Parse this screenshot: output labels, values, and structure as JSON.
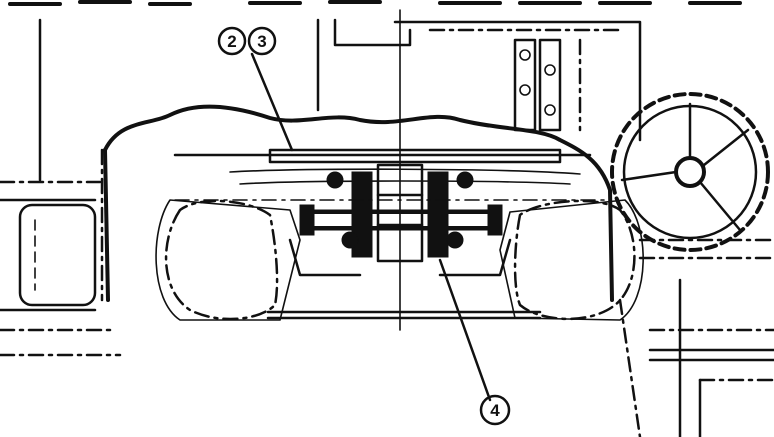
{
  "callouts": [
    {
      "id": "callout-2",
      "label": "2"
    },
    {
      "id": "callout-3",
      "label": "3"
    },
    {
      "id": "callout-4",
      "label": "4"
    }
  ],
  "colors": {
    "ink": "#111111",
    "paper": "#ffffff"
  }
}
